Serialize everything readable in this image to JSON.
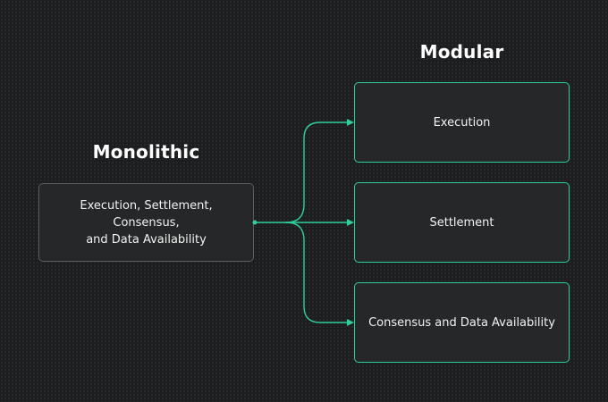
{
  "monolithic": {
    "heading": "Monolithic",
    "box_line1": "Execution, Settlement, Consensus,",
    "box_line2": "and Data Availability"
  },
  "modular": {
    "heading": "Modular",
    "boxes": [
      {
        "label": "Execution"
      },
      {
        "label": "Settlement"
      },
      {
        "label": "Consensus and Data Availability"
      }
    ]
  },
  "colors": {
    "background": "#1c1d1f",
    "box_fill": "#262729",
    "monolithic_border": "#5a5c60",
    "accent": "#2fcf9a",
    "text": "#ffffff"
  }
}
